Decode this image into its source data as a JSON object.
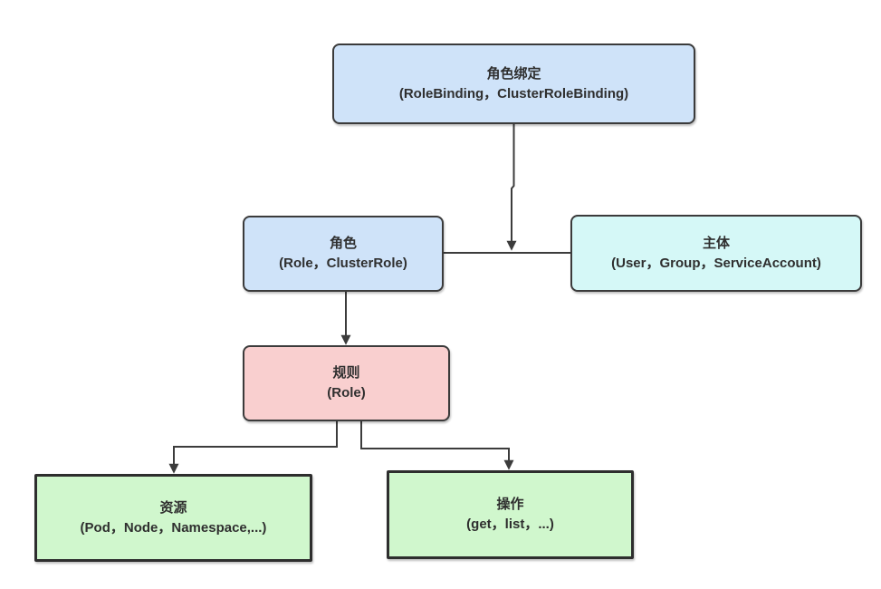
{
  "diagram": {
    "description": "Kubernetes RBAC concept flowchart",
    "nodes": {
      "role_binding": {
        "title": "角色绑定",
        "subtitle": "(RoleBinding，ClusterRoleBinding)"
      },
      "role": {
        "title": "角色",
        "subtitle": "(Role，ClusterRole)"
      },
      "subject": {
        "title": "主体",
        "subtitle": "(User，Group，ServiceAccount)"
      },
      "rule": {
        "title": "规则",
        "subtitle": "(Role)"
      },
      "resource": {
        "title": "资源",
        "subtitle": "(Pod，Node，Namespace,...)"
      },
      "operation": {
        "title": "操作",
        "subtitle": "(get，list，...)"
      }
    },
    "colors": {
      "blue_fill": "#cfe3f9",
      "cyan_fill": "#d5f8f7",
      "pink_fill": "#f9cfcf",
      "green_fill": "#d0f7cd",
      "line": "#3c3c3c",
      "text": "#2f2f2f"
    }
  }
}
